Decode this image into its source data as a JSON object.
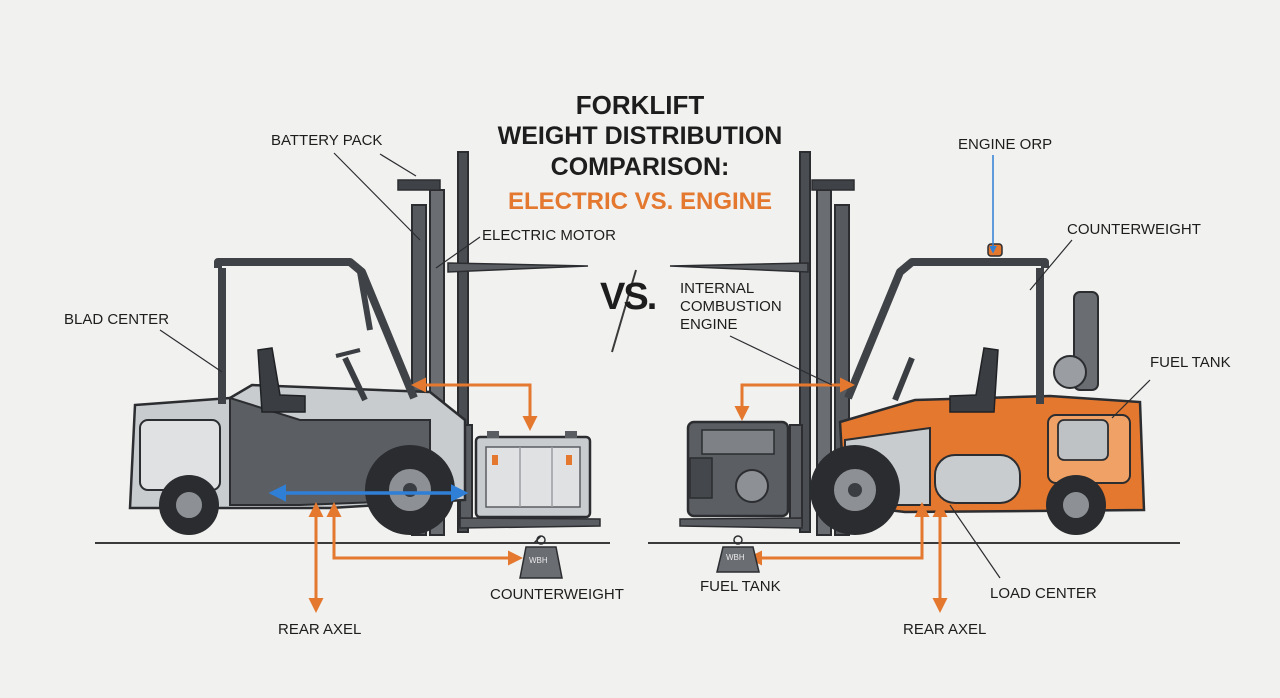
{
  "title": {
    "line1": "FORKLIFT",
    "line2": "WEIGHT DISTRIBUTION",
    "line3": "COMPARISON:",
    "subtitle": "ELECTRIC VS. ENGINE"
  },
  "vs_label": "VS.",
  "left_labels": {
    "battery_pack": "BATTERY PACK",
    "electric_motor": "ELECTRIC MOTOR",
    "load_center": "BLAD CENTER",
    "counterweight": "COUNTERWEIGHT",
    "rear_axle": "REAR AXEL",
    "weight_mark": "WBH"
  },
  "right_labels": {
    "engine_orp": "ENGINE ORP",
    "counterweight": "COUNTERWEIGHT",
    "ice_lines": [
      "INTERNAL",
      "COMBUSTION",
      "ENGINE"
    ],
    "fuel_tank_upper": "FUEL TANK",
    "fuel_tank_lower": "FUEL TANK",
    "load_center": "LOAD CENTER",
    "rear_axle": "REAR AXEL",
    "weight_mark": "WBH"
  },
  "colors": {
    "orange": "#e4782f",
    "blue": "#2f7fd6",
    "dark_gray": "#56595e",
    "body_light": "#c9cccf",
    "ground": "#3a3a3a"
  }
}
